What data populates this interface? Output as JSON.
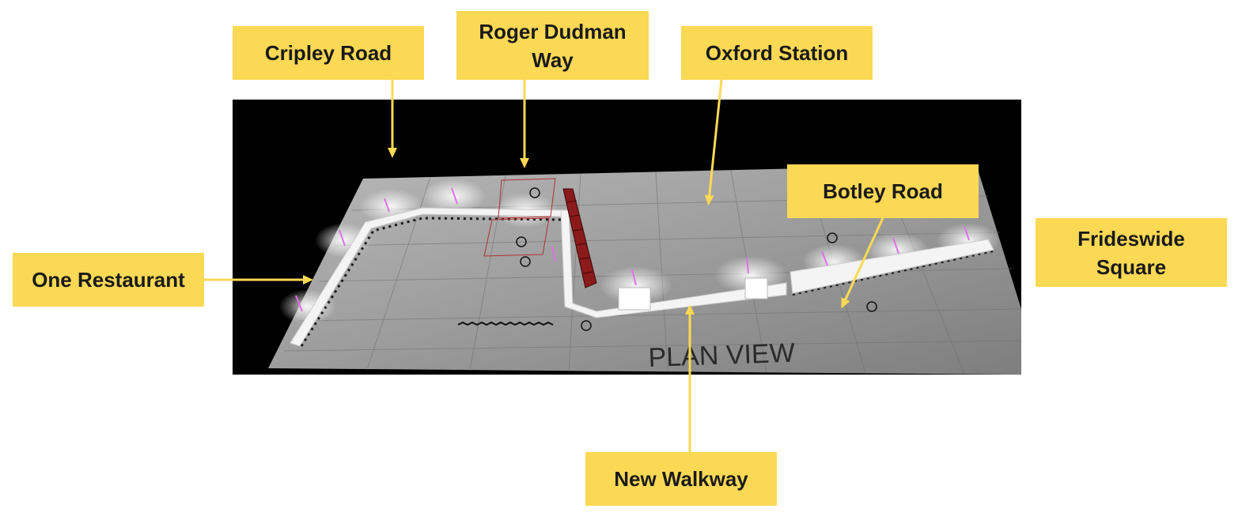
{
  "diagram": {
    "plan_caption": "PLAN VIEW",
    "labels": {
      "cripley_road": "Cripley Road",
      "roger_dudman_way": "Roger Dudman\nWay",
      "oxford_station": "Oxford Station",
      "botley_road": "Botley Road",
      "frideswide_square": "Frideswide\nSquare",
      "one_restaurant": "One Restaurant",
      "new_walkway": "New Walkway"
    },
    "colors": {
      "label_fill": "#fcd955",
      "arrow": "#fcd955",
      "label_text": "#1a1a1a",
      "render_background": "#000000",
      "ground_plane": "#9a9a9a",
      "walkway": "#f2f2f2",
      "tower_block": "#8b1a1a",
      "light_accent": "#e070e8"
    }
  }
}
